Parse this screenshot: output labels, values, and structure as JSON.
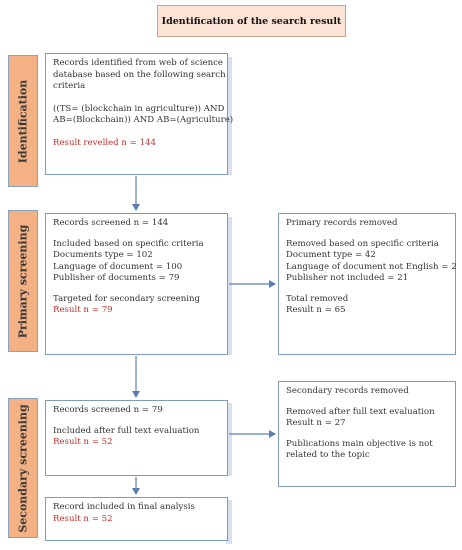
{
  "title": "Identification of the search result",
  "stages": {
    "identification": "Identification",
    "primary": "Primary screening",
    "secondary": "Secondary screening"
  },
  "identification_box": {
    "line1": "Records identified from web of science",
    "line2": "database based on the following search",
    "line3": "criteria",
    "query1": "((TS= (blockchain in agriculture)) AND",
    "query2": "AB=(Blockchain)) AND AB=(Agriculture)",
    "result": "Result revelled n = 144"
  },
  "screened_box": {
    "header": "Records screened n = 144",
    "included": "Included  based on specific criteria",
    "doc_type": "Documents type =  102",
    "language": "Language of document = 100",
    "publisher": "Publisher of documents = 79",
    "targeted": "Targeted for secondary screening",
    "result": "Result n = 79"
  },
  "primary_removed_box": {
    "header": "Primary records removed",
    "based": "Removed based on specific criteria",
    "doc_type": "Document type = 42",
    "language": "Language of document not English = 2",
    "publisher": "Publisher not included = 21",
    "total": "Total removed",
    "result": "Result n = 65"
  },
  "screened2_box": {
    "header": "Records screened n = 79",
    "included": "Included  after full text evaluation",
    "result": "Result n = 52"
  },
  "secondary_removed_box": {
    "header": "Secondary records removed",
    "removed": "Removed after full text evaluation",
    "result": "Result n = 27",
    "note": "Publications main objective is not related to the topic"
  },
  "final_box": {
    "line1": "Record included in final analysis",
    "result": "Result n = 52"
  },
  "colors": {
    "stage_fill": "#f4b183",
    "title_fill": "#fbe4d5",
    "box_border": "#7f9ac0",
    "arrow": "#5b7fb5",
    "result_text": "#c0302b"
  }
}
